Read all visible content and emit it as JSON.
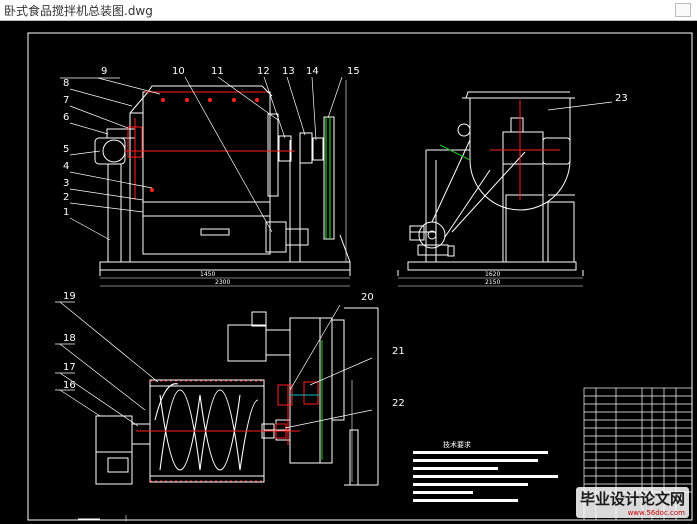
{
  "window": {
    "title": "卧式食品搅拌机总装图.dwg"
  },
  "part_labels": [
    "1",
    "2",
    "3",
    "4",
    "5",
    "6",
    "7",
    "8",
    "9",
    "10",
    "11",
    "12",
    "13",
    "14",
    "15",
    "16",
    "17",
    "18",
    "19",
    "20",
    "21",
    "22",
    "23"
  ],
  "tech_req_title": "技术要求",
  "watermark": {
    "name": "毕业设计论文网",
    "url": "www.56doc.com"
  },
  "colors": {
    "background": "#000000",
    "lines": "#ffffff",
    "red": "#ff2020",
    "green": "#20c020",
    "cyan": "#00c0c0"
  }
}
